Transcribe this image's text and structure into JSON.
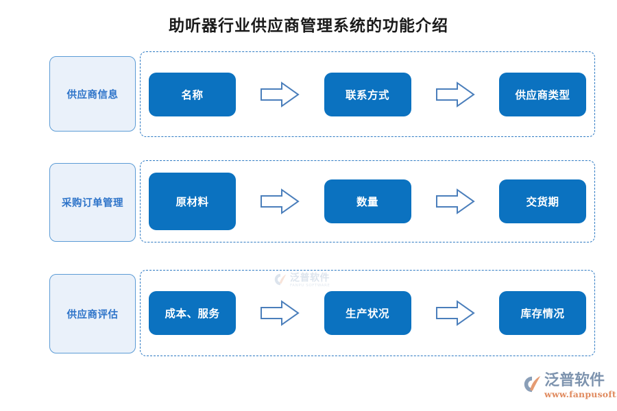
{
  "title": "助听器行业供应商管理系统的功能介绍",
  "colors": {
    "node_blue": "#0b72c0",
    "category_fill": "#eaf1fa",
    "category_border": "#5b9bd5",
    "category_text": "#2e74c9",
    "dashed_border": "#2b78c2",
    "arrow_stroke": "#4a7ebb",
    "title_text": "#1a1a1a",
    "brand_text": "#7d93ae",
    "brand_url": "#e08a5e"
  },
  "rows": [
    {
      "category": "供应商信息",
      "steps": [
        "名称",
        "联系方式",
        "供应商类型"
      ],
      "arrows": [
        "arrow-right-icon",
        "arrow-right-icon"
      ]
    },
    {
      "category": "采购订单管理",
      "steps": [
        "原材料",
        "数量",
        "交货期"
      ],
      "arrows": [
        "arrow-right-icon",
        "arrow-right-icon"
      ]
    },
    {
      "category": "供应商评估",
      "steps": [
        "成本、服务",
        "生产状况",
        "库存情况"
      ],
      "arrows": [
        "arrow-right-icon",
        "arrow-right-icon"
      ]
    }
  ],
  "watermark": {
    "name": "泛普软件",
    "sub": "FANPU SOFTWARE"
  },
  "brand": {
    "name": "泛普软件",
    "url": "www.fanpusoft.com"
  }
}
